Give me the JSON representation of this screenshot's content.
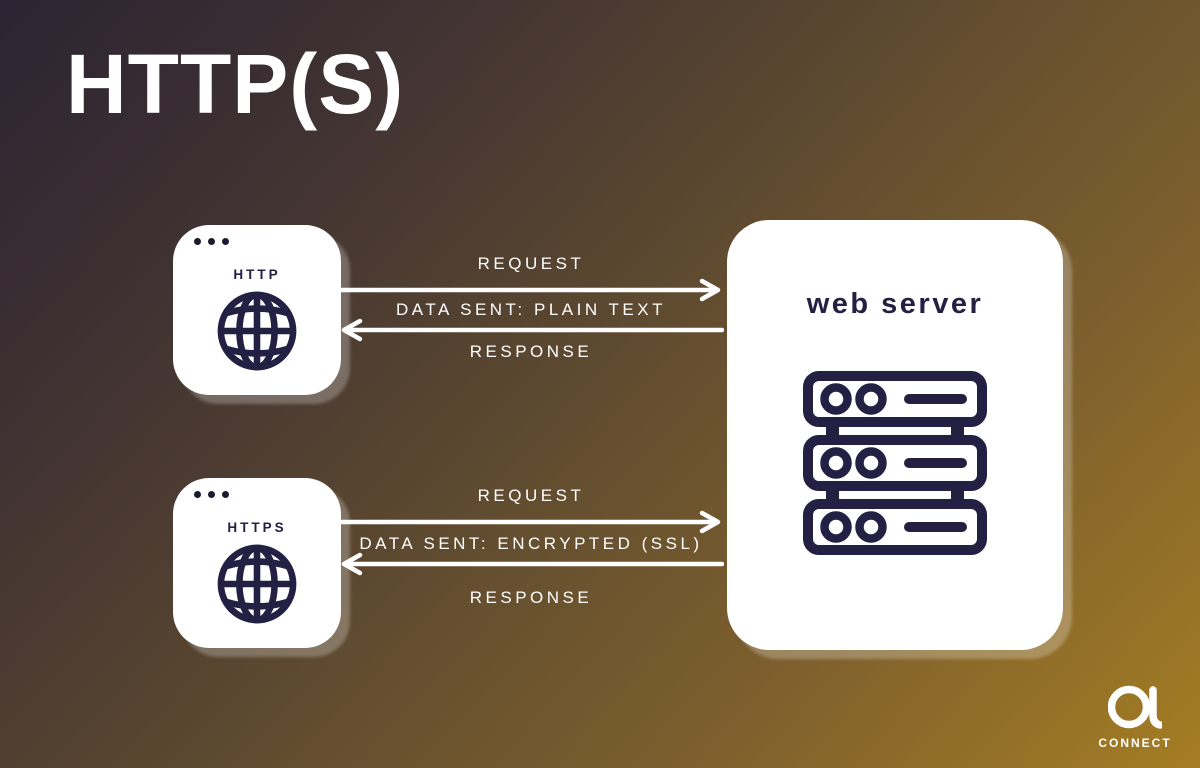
{
  "title": "HTTP(S)",
  "clients": [
    {
      "label": "HTTP"
    },
    {
      "label": "HTTPS"
    }
  ],
  "server": {
    "label": "web server"
  },
  "flows": [
    {
      "request": "REQUEST",
      "data_sent": "DATA SENT: PLAIN TEXT",
      "response": "RESPONSE"
    },
    {
      "request": "REQUEST",
      "data_sent": "DATA SENT: ENCRYPTED (SSL)",
      "response": "RESPONSE"
    }
  ],
  "logo": {
    "brand": "CONNECT"
  },
  "icons": {
    "client": "globe-icon",
    "client_window": "browser-window-dots-icon",
    "server": "server-rack-icon",
    "request": "right-arrow-icon",
    "response": "left-arrow-icon",
    "brand": "a-ring-logo-icon"
  },
  "colors": {
    "ink_navy": "#242043",
    "white": "#ffffff",
    "bg_gradient_start": "#2d2433",
    "bg_gradient_end": "#a57d23",
    "card_shadow": "rgba(255,255,255,0.25)"
  }
}
